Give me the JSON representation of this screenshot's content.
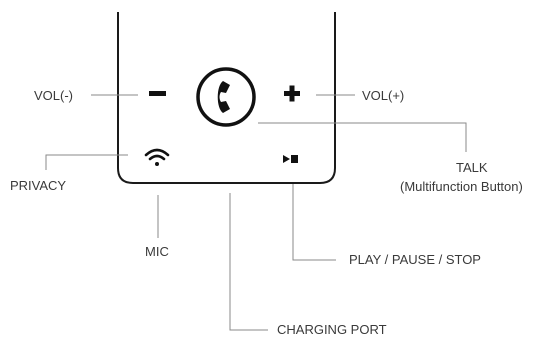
{
  "labels": {
    "vol_minus": "VOL(-)",
    "vol_plus": "VOL(+)",
    "privacy": "PRIVACY",
    "talk": "TALK",
    "talk_sub": "(Multifunction Button)",
    "mic": "MIC",
    "play_pause_stop": "PLAY / PAUSE / STOP",
    "charging_port": "CHARGING PORT"
  },
  "buttons": {
    "minus_symbol": "−",
    "plus_symbol": "+"
  },
  "icons": {
    "talk": "phone-handset-icon",
    "privacy": "wifi-signal-icon",
    "play_pause": "play-pause-icon"
  },
  "colors": {
    "line": "#888888",
    "device_outline": "#1a1a1a",
    "text": "#3a3a3a"
  }
}
